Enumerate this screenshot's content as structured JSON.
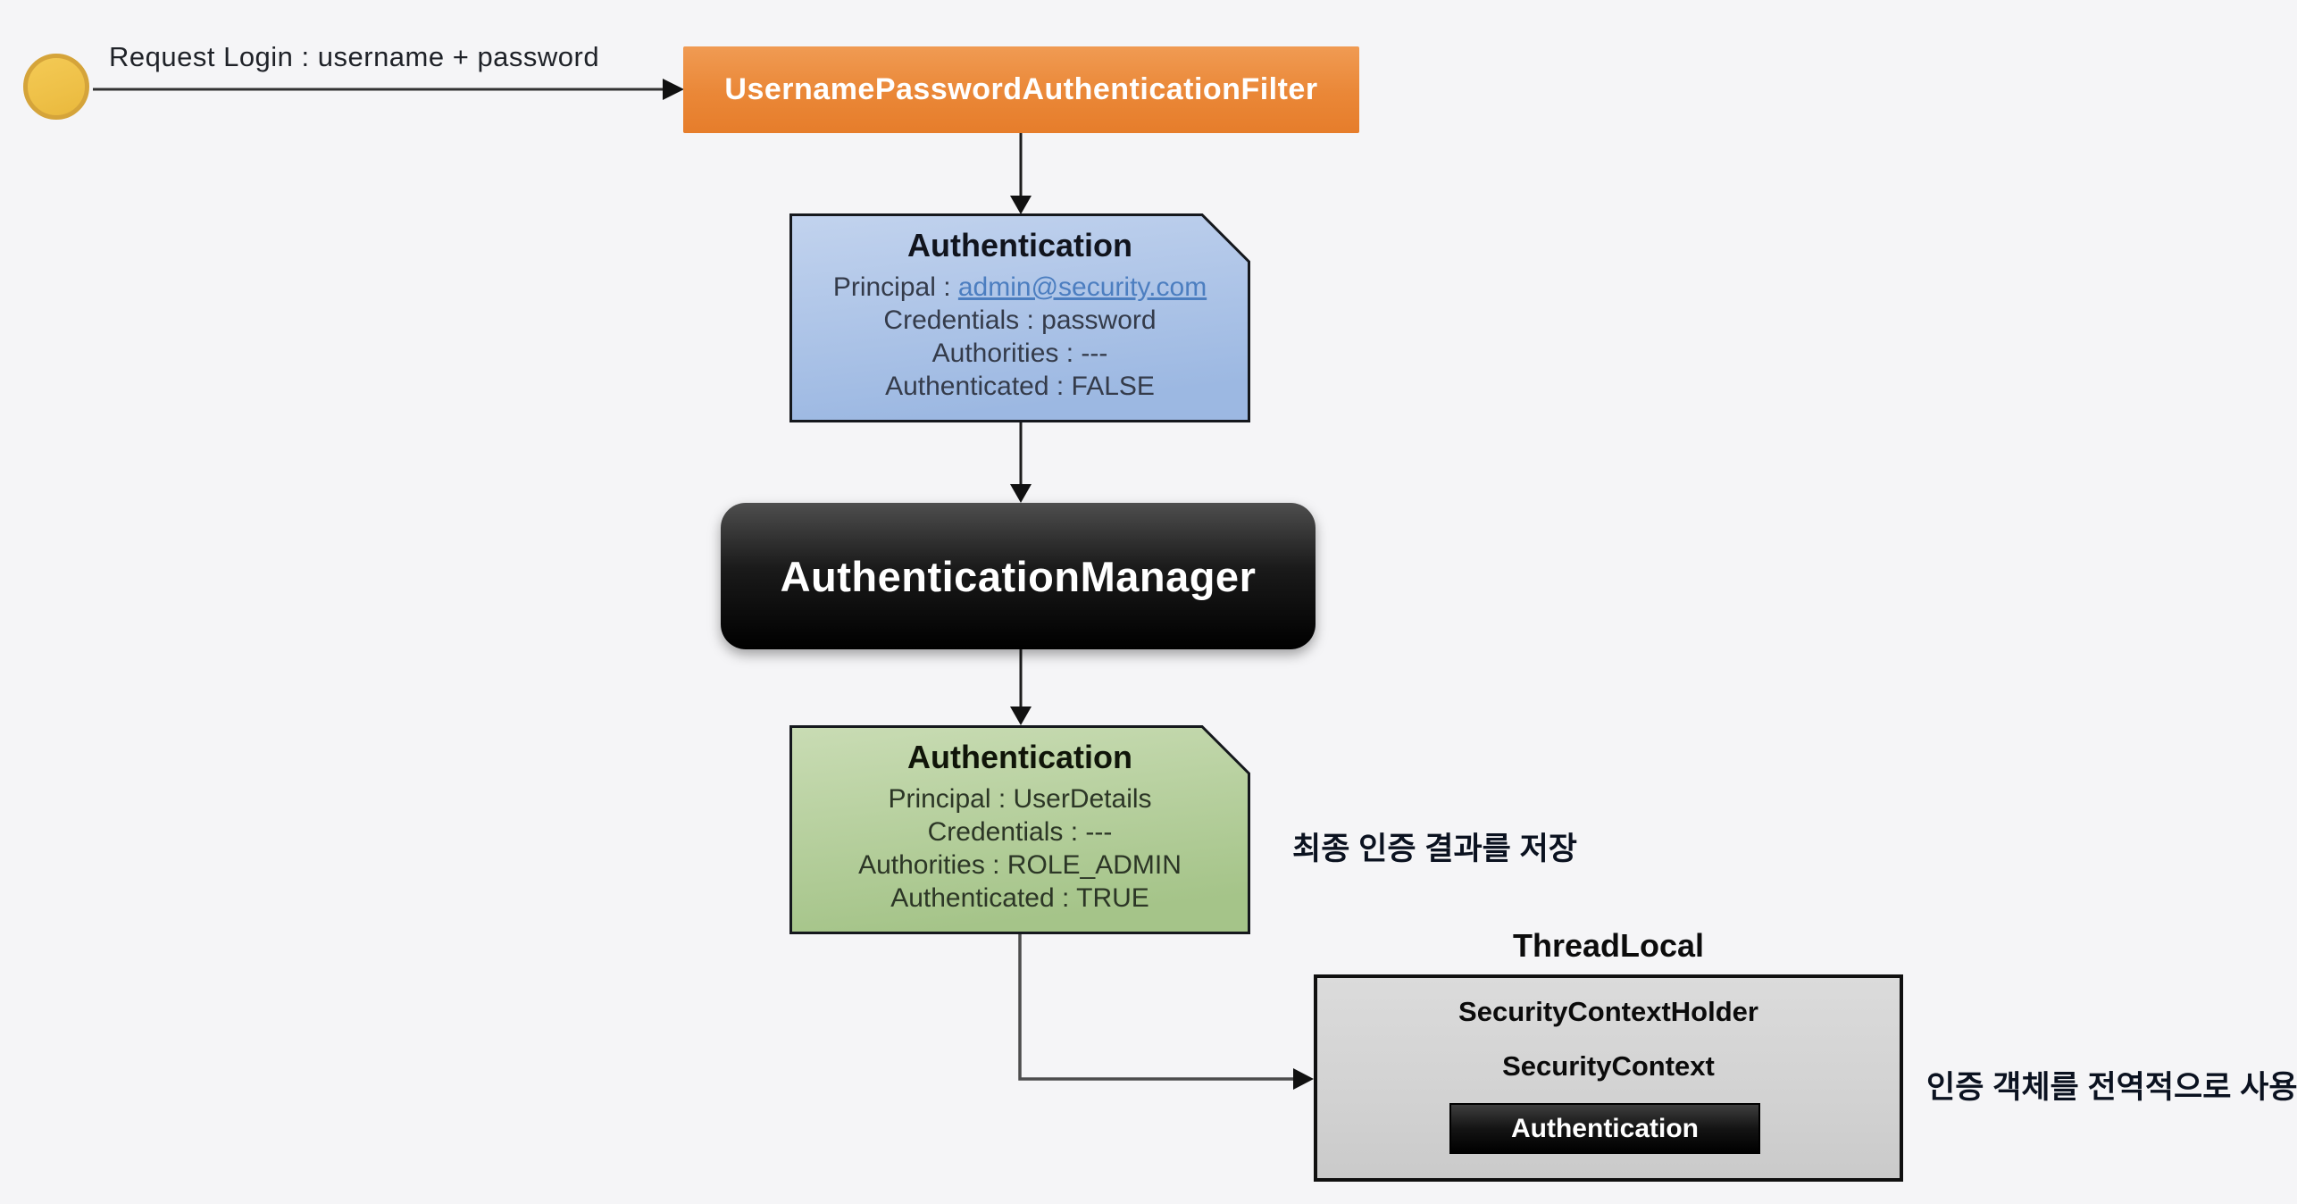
{
  "background_color": "#f5f5f7",
  "start": {
    "label": "Request Login : username + password",
    "circle_color": "#eec047",
    "circle_border_color": "#d5a43a"
  },
  "filter": {
    "label": "UsernamePasswordAuthenticationFilter",
    "color": "#e8842f",
    "text_color": "#ffffff"
  },
  "auth_request": {
    "title": "Authentication",
    "principal_label": "Principal :",
    "principal_link": "admin@security.com",
    "lines": [
      "Credentials : password",
      "Authorities : ---",
      "Authenticated : FALSE"
    ],
    "fill": "#aec6e8",
    "link_color": "#4c7ec0"
  },
  "manager": {
    "label": "AuthenticationManager",
    "color": "#0b0b0b",
    "text_color": "#ffffff"
  },
  "auth_result": {
    "title": "Authentication",
    "lines": [
      "Principal : UserDetails",
      "Credentials : ---",
      "Authorities : ROLE_ADMIN",
      "Authenticated : TRUE"
    ],
    "fill": "#b7d09e"
  },
  "annotations": {
    "save_note": "최종 인증 결과를 저장",
    "global_note": "인증 객체를 전역적으로 사용"
  },
  "thread_local": {
    "label": "ThreadLocal",
    "holder": "SecurityContextHolder",
    "context": "SecurityContext",
    "authentication": "Authentication",
    "box_color": "#d3d3d3"
  }
}
